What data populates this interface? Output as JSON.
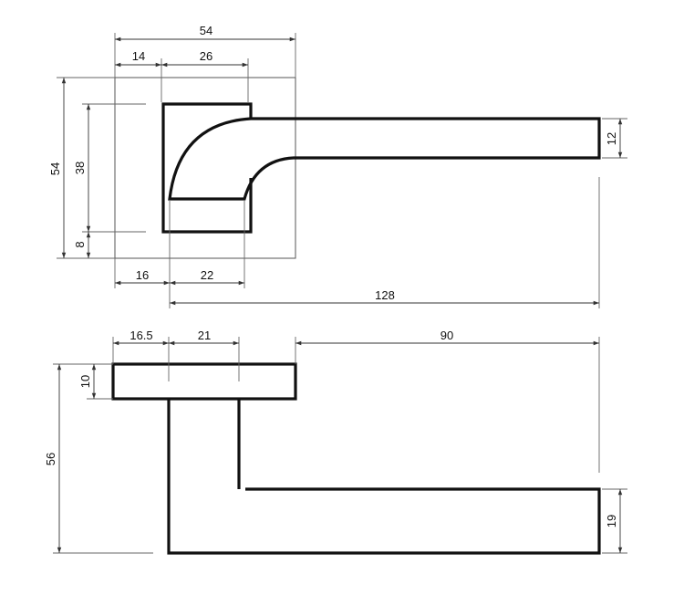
{
  "dimensions": {
    "top_width": "54",
    "top_left": "14",
    "top_rose": "26",
    "height_total": "54",
    "height_rose": "38",
    "height_bottom": "8",
    "lever_thickness": "12",
    "bottom_left": "16",
    "bottom_mid": "22",
    "lever_length": "128",
    "side_left": "16.5",
    "side_mid": "21",
    "side_lever": "90",
    "side_rose_thickness": "10",
    "side_height": "56",
    "side_grip": "19"
  }
}
